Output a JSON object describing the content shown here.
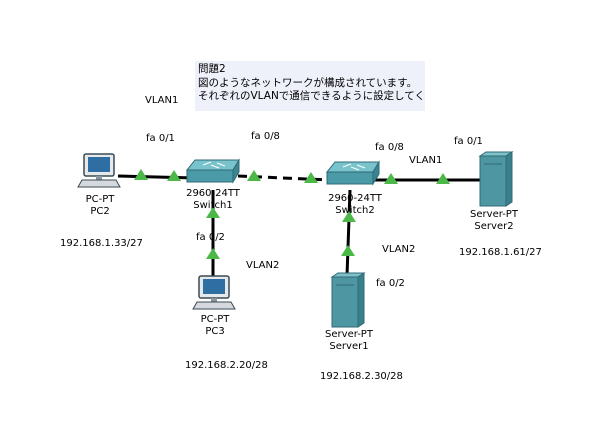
{
  "note": {
    "lines": [
      "問題2",
      "図のようなネットワークが構成されています。",
      "それぞれのVLANで通信できるように設定してください"
    ]
  },
  "devices": {
    "pc2": {
      "type": "PC-PT",
      "name": "PC2",
      "ip": "192.168.1.33/27"
    },
    "pc3": {
      "type": "PC-PT",
      "name": "PC3",
      "ip": "192.168.2.20/28"
    },
    "switch1": {
      "type": "2960-24TT",
      "name": "Switch1"
    },
    "switch2": {
      "type": "2960-24TT",
      "name": "Switch2"
    },
    "server1": {
      "type": "Server-PT",
      "name": "Server1",
      "ip": "192.168.2.30/28"
    },
    "server2": {
      "type": "Server-PT",
      "name": "Server2",
      "ip": "192.168.1.61/27"
    }
  },
  "labels": {
    "vlan1_left": "VLAN1",
    "vlan1_right": "VLAN1",
    "vlan2_pc3": "VLAN2",
    "vlan2_server1": "VLAN2",
    "port_pc2_sw1": "fa 0/1",
    "port_sw1_trunk": "fa 0/8",
    "port_sw1_pc3": "fa 0/2",
    "port_sw2_trunk": "fa 0/8",
    "port_sw2_server2": "fa 0/1",
    "port_sw2_server1": "fa 0/2"
  },
  "colors": {
    "link": "#000000",
    "port_up": "#4cb848",
    "switch_body": "#4a9aa8",
    "switch_top": "#78c3cc",
    "server_body": "#4f96a3",
    "note_bg": "#eef0fa"
  }
}
